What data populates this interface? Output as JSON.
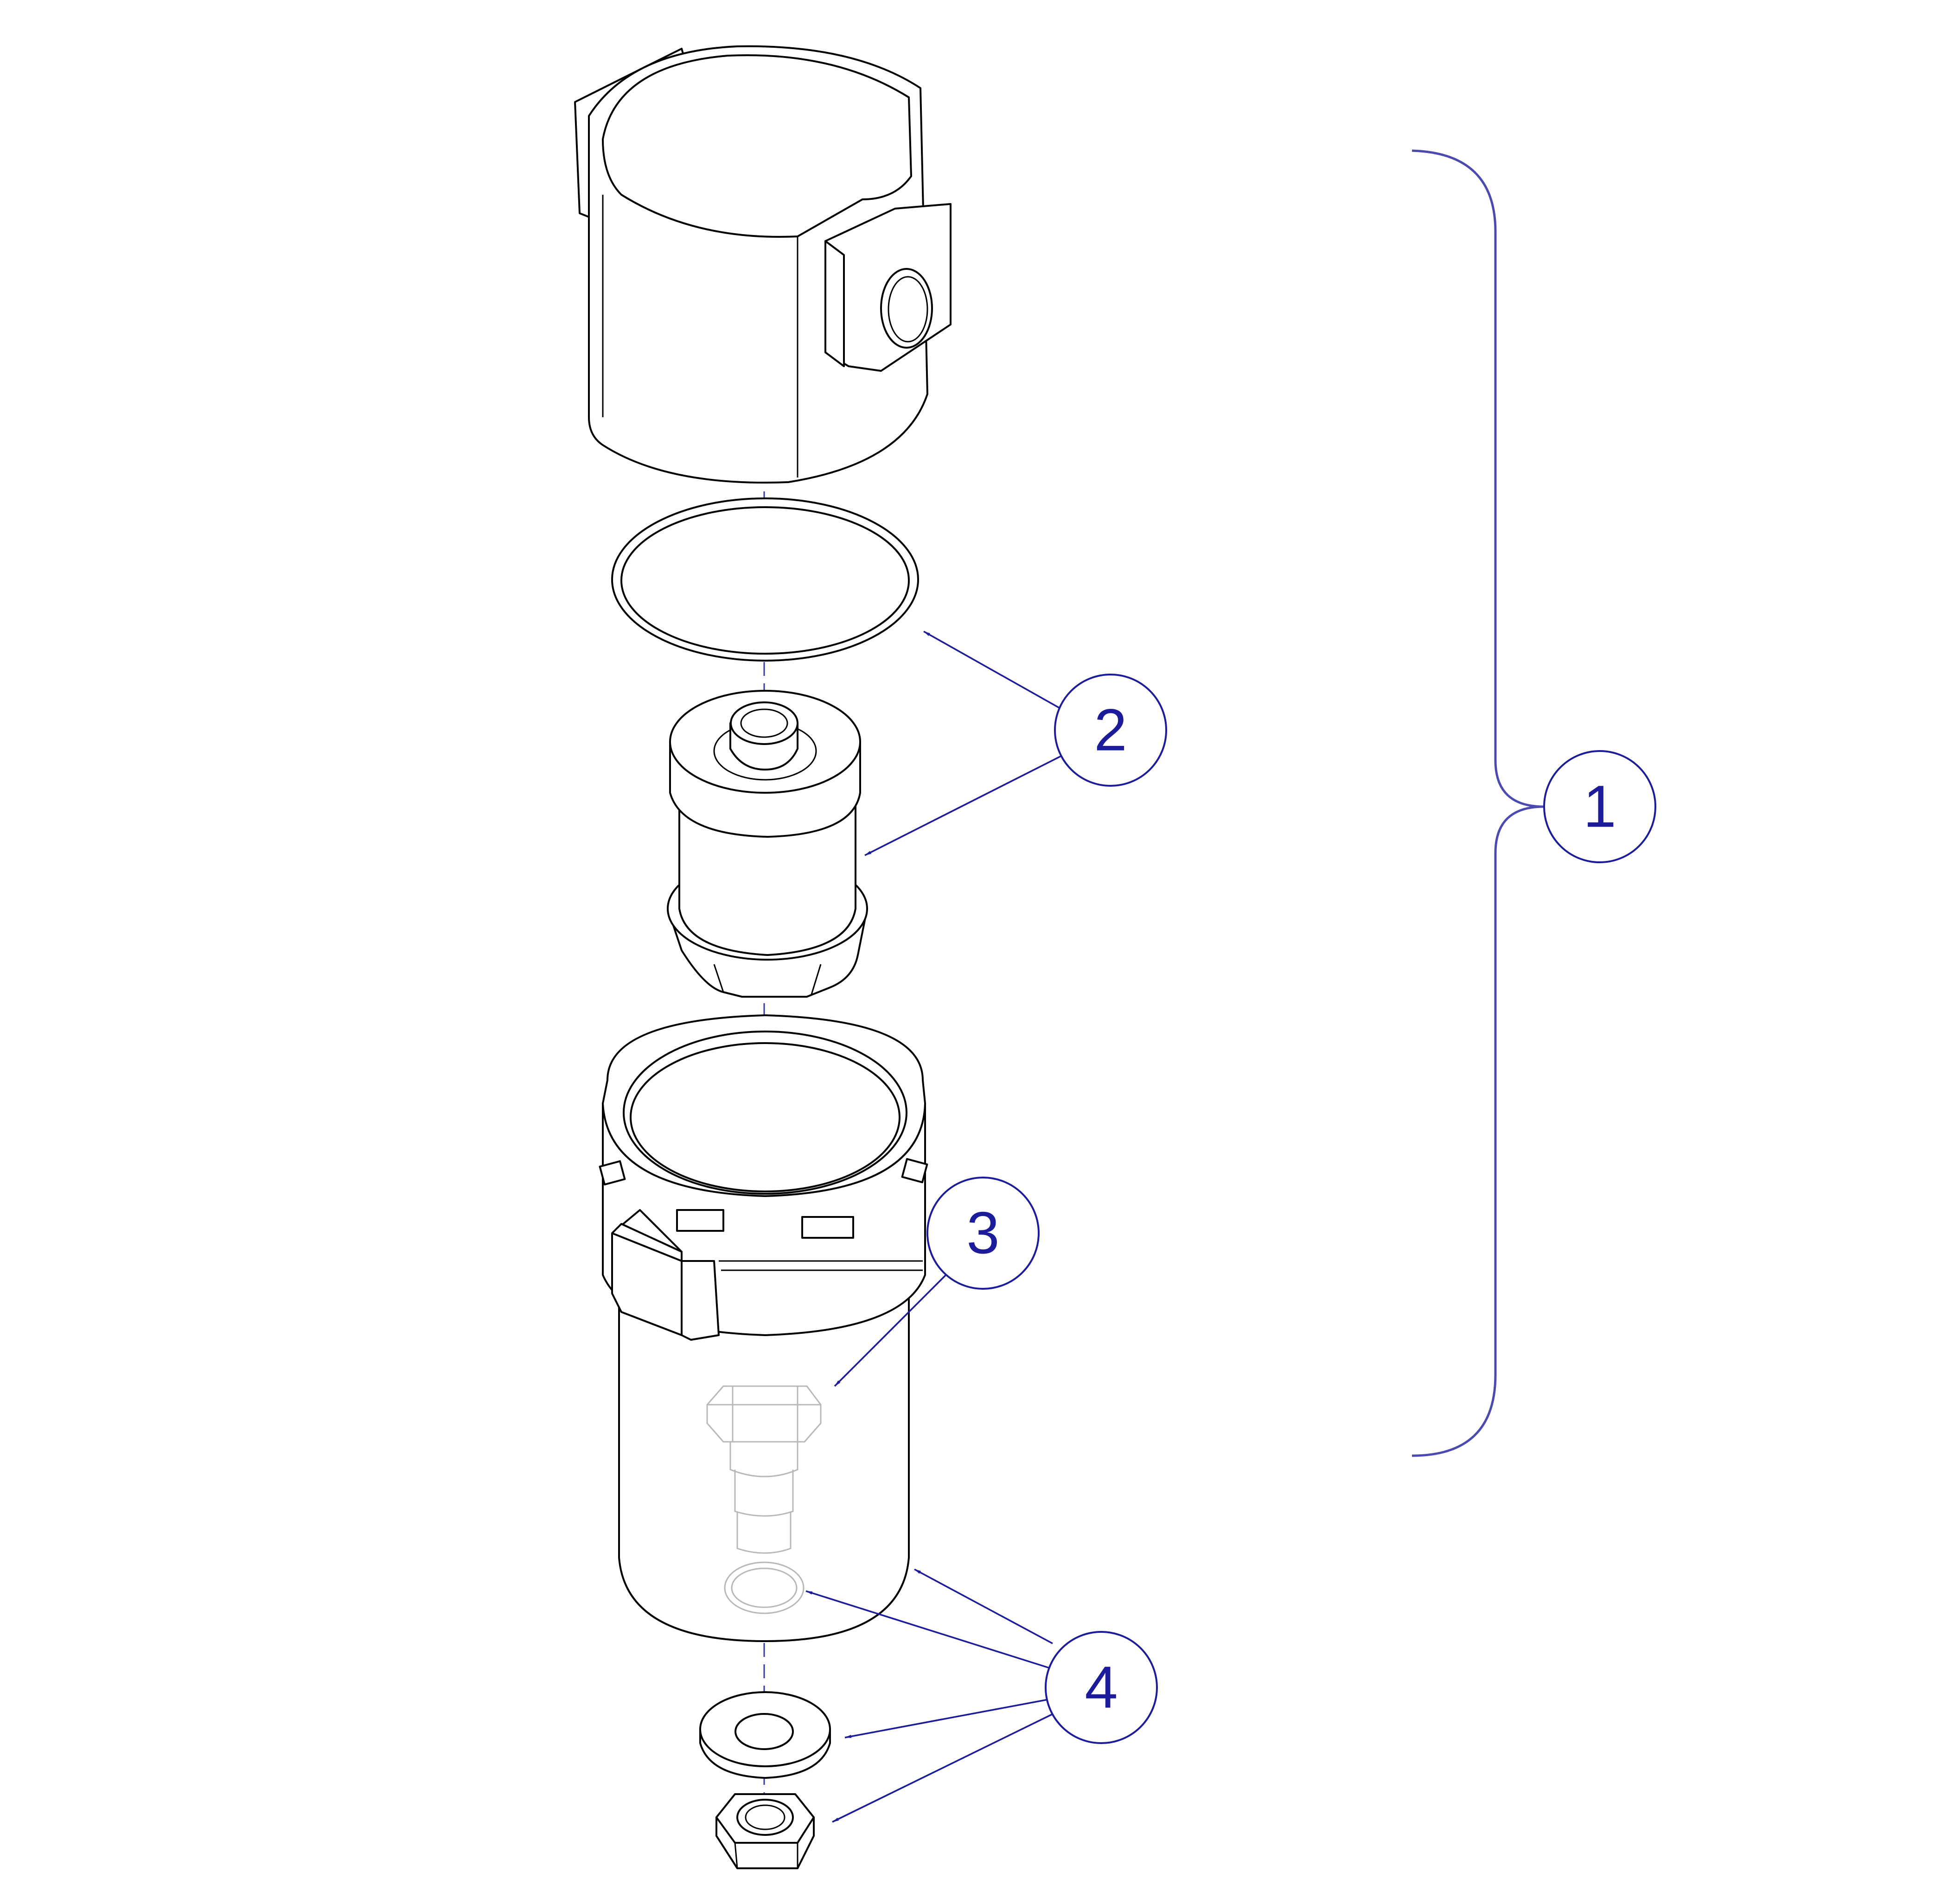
{
  "callouts": {
    "c1": "1",
    "c2": "2",
    "c3": "3",
    "c4": "4"
  },
  "colors": {
    "callout": "#1c1c9a",
    "bracket": "#4a4ab0",
    "center_line": "#3a3aa8",
    "part_outline": "#000000"
  }
}
